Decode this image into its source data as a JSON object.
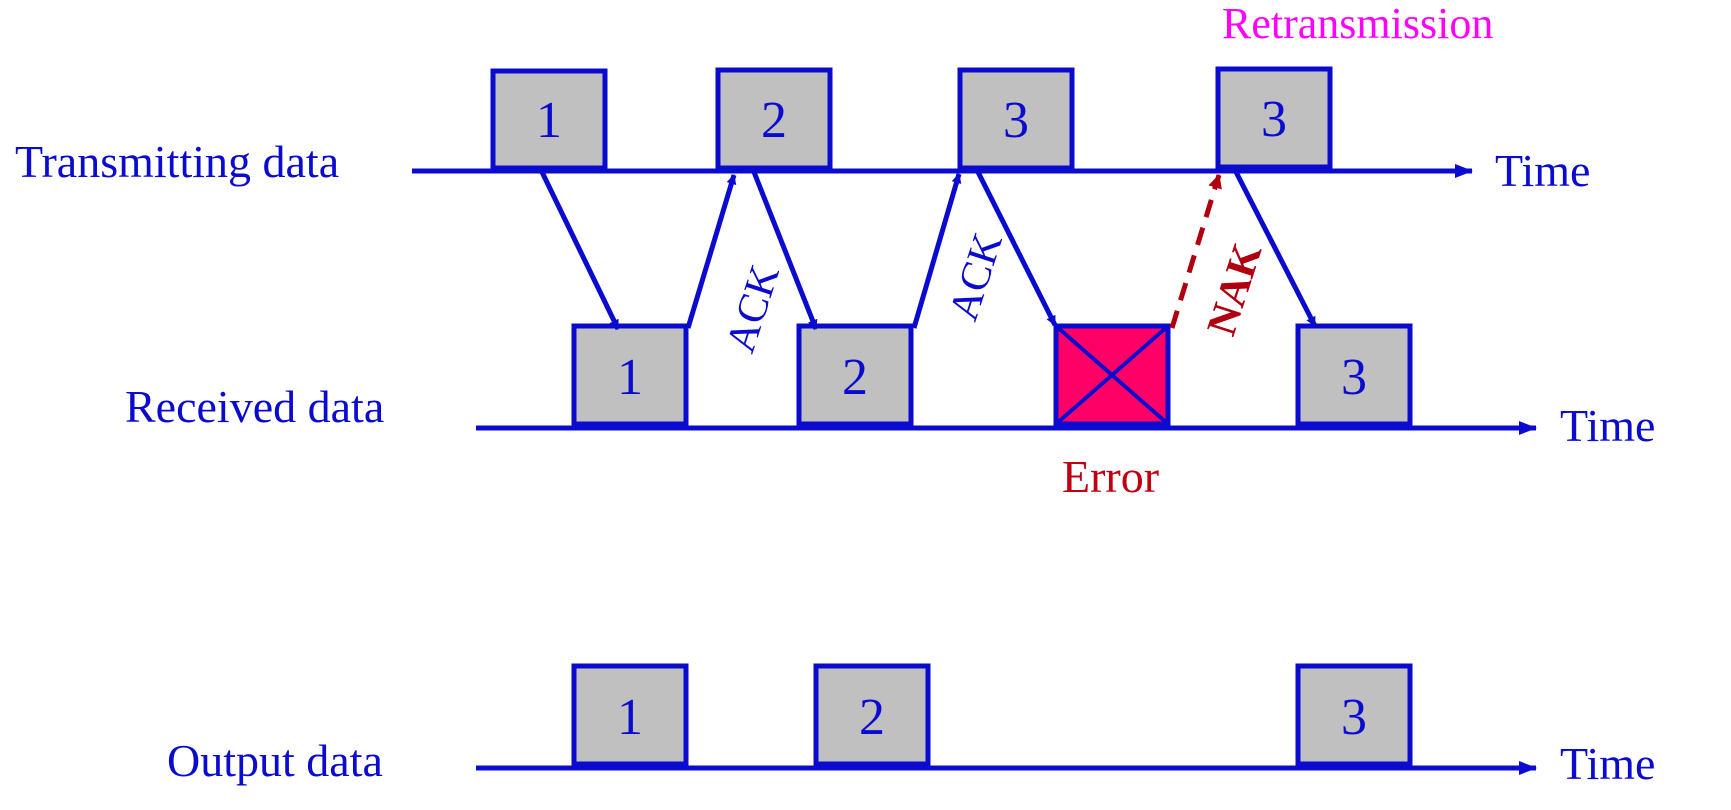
{
  "colors": {
    "primary": "#0b0bcf",
    "box_fill": "#c0c0c0",
    "error_fill": "#ff0066",
    "nak": "#b00010",
    "error_text": "#c00010",
    "retransmission": "#ff00ff"
  },
  "rows": {
    "transmitting": {
      "label": "Transmitting data",
      "time_label": "Time"
    },
    "received": {
      "label": "Received data",
      "time_label": "Time"
    },
    "output": {
      "label": "Output data",
      "time_label": "Time"
    }
  },
  "transmit_packets": [
    "1",
    "2",
    "3",
    "3"
  ],
  "received_packets": [
    "1",
    "2",
    "3"
  ],
  "output_packets": [
    "1",
    "2",
    "3"
  ],
  "acks": [
    "ACK",
    "ACK"
  ],
  "nak": "NAK",
  "error_label": "Error",
  "retransmission_label": "Retransmission"
}
